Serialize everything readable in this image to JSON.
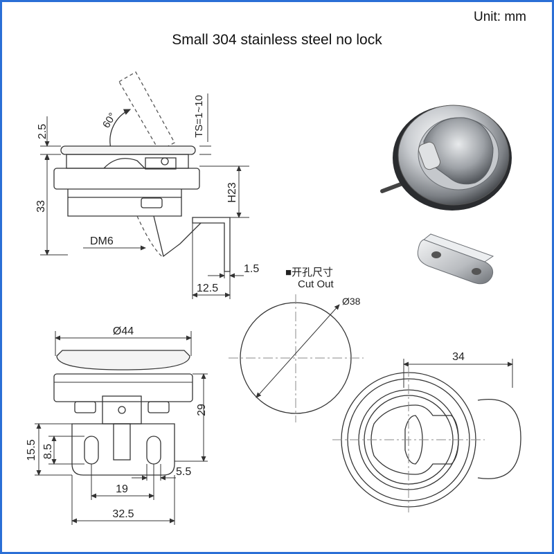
{
  "header": {
    "unit": "Unit:  mm",
    "title": "Small 304 stainless steel no lock"
  },
  "side_view": {
    "dim_25": "2.5",
    "dim_33": "33",
    "angle": "60°",
    "ts": "TS=1~10",
    "h23": "H23",
    "dm6": "DM6",
    "dim_15": "1.5",
    "dim_125": "12.5"
  },
  "front_view": {
    "dia44": "Ø44",
    "dim_29": "29",
    "dim_155": "15.5",
    "dim_85": "8.5",
    "dim_55": "5.5",
    "dim_19": "19",
    "dim_325": "32.5"
  },
  "cutout": {
    "label_cn": "■开孔尺寸",
    "label_en": "Cut Out",
    "dia38": "Ø38"
  },
  "top_view": {
    "dim_34": "34"
  },
  "colors": {
    "border": "#2a6fd6",
    "line": "#333333",
    "center_line": "#888888"
  }
}
